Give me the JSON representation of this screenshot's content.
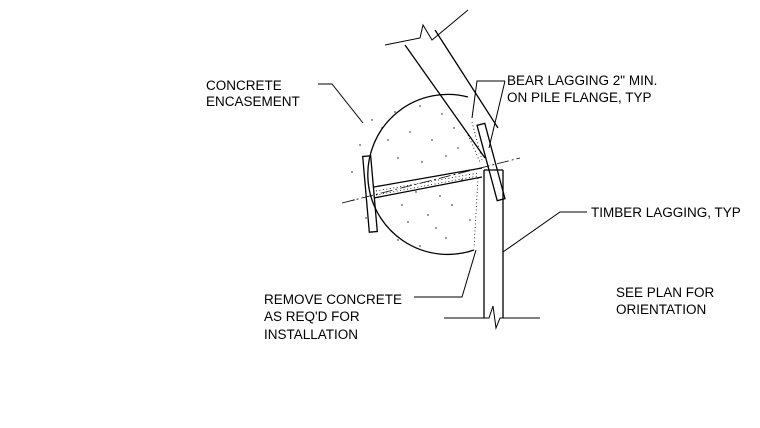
{
  "labels": {
    "concrete_line1": "CONCRETE",
    "concrete_line2": "ENCASEMENT",
    "bear_line1": "BEAR LAGGING 2\" MIN.",
    "bear_line2": "ON PILE FLANGE, TYP",
    "timber": "TIMBER LAGGING, TYP",
    "remove_line1": "REMOVE CONCRETE",
    "remove_line2": "AS REQ'D FOR",
    "remove_line3": "INSTALLATION",
    "see_line1": "SEE PLAN FOR",
    "see_line2": "ORIENTATION"
  }
}
